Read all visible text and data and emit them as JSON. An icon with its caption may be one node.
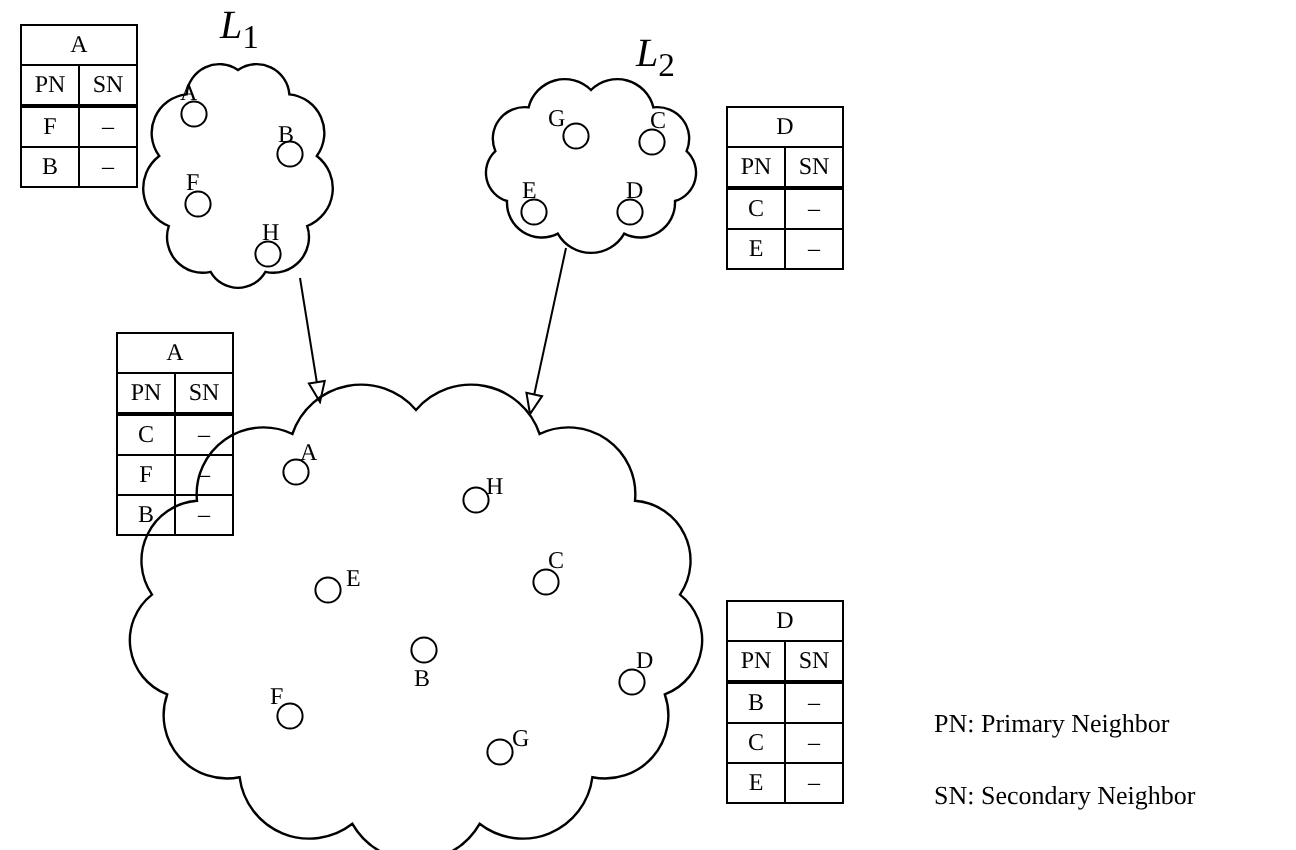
{
  "diagram": {
    "nodes": [
      {
        "text": [
          "*L*$_{1}$"
        ]
      },
      {
        "text": [
          "A"
        ],
        "in": 0
      },
      {
        "text": [
          "B"
        ],
        "in": 0
      },
      {
        "text": [
          "F"
        ],
        "in": 0
      },
      {
        "text": [
          "H"
        ],
        "in": 0
      },
      {
        "text": [
          "*L*$_{2}$"
        ]
      },
      {
        "text": [
          "G"
        ],
        "in": 5
      },
      {
        "text": [
          "C"
        ],
        "in": 5
      },
      {
        "text": [
          "E"
        ],
        "in": 5
      },
      {
        "text": [
          "D"
        ],
        "in": 5
      },
      {
        "text": [],
        "shape": "cloud"
      },
      {
        "text": [
          "A"
        ],
        "in": 10
      },
      {
        "text": [
          "H"
        ],
        "in": 10
      },
      {
        "text": [
          "E"
        ],
        "in": 10
      },
      {
        "text": [
          "C"
        ],
        "in": 10
      },
      {
        "text": [
          "B"
        ],
        "in": 10
      },
      {
        "text": [
          "D"
        ],
        "in": 10
      },
      {
        "text": [
          "F"
        ],
        "in": 10
      },
      {
        "text": [
          "G"
        ],
        "in": 10
      }
    ],
    "edges": [
      {
        "from": 0,
        "to": 10,
        "arrow": "to"
      },
      {
        "from": 5,
        "to": 10,
        "arrow": "to"
      }
    ],
    "labels": [
      "A",
      "PN",
      "SN",
      "F",
      "–",
      "B",
      "–",
      "D",
      "PN",
      "SN",
      "C",
      "–",
      "E",
      "–",
      "A",
      "PN",
      "SN",
      "C",
      "–",
      "F",
      "–",
      "B",
      "–",
      "D",
      "PN",
      "SN",
      "B",
      "–",
      "C",
      "–",
      "E",
      "–",
      "PN: Primary Neighbor",
      "SN: Secondary Neighbor"
    ]
  }
}
